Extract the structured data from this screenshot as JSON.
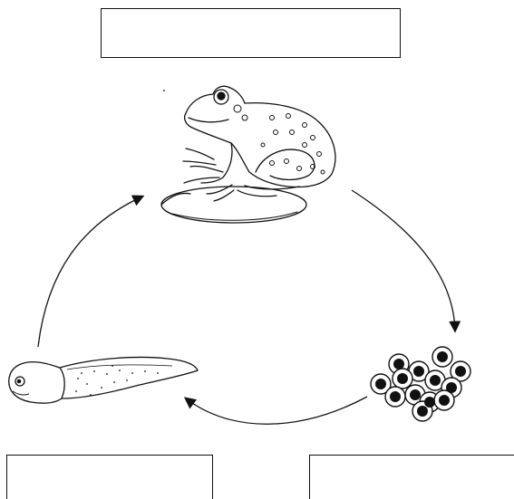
{
  "diagram": {
    "stages": [
      {
        "id": "adult",
        "icon": "frog-on-lily-pad-icon"
      },
      {
        "id": "eggs",
        "icon": "frog-eggs-icon"
      },
      {
        "id": "larva",
        "icon": "tadpole-icon"
      }
    ],
    "label_boxes": {
      "top": "",
      "bottom_left": "",
      "bottom_right": ""
    },
    "colors": {
      "line": "#111111",
      "background": "#ffffff"
    }
  }
}
